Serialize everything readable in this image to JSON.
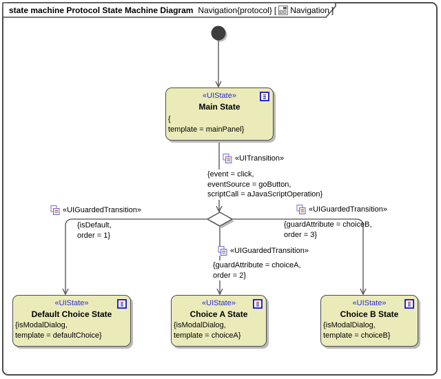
{
  "frame": {
    "kind_label": "state machine Protocol State Machine Diagram",
    "context_label": "Navigation{protocol}",
    "nav_open_bracket": "[",
    "nav_label": "Navigation",
    "nav_close_bracket": "]"
  },
  "colors": {
    "state_fill": "#ebebba",
    "stereotype_blue": "#2b2bd0",
    "line_gray": "#4c4c4c",
    "shadow_gray": "#b9b9b9",
    "initial_node": "#3d3d3d"
  },
  "states": {
    "main": {
      "stereotype": "«UIState»",
      "name": "Main State",
      "prop1": "{",
      "prop2": "template = mainPanel}"
    },
    "default_choice": {
      "stereotype": "«UIState»",
      "name": "Default Choice State",
      "prop1": "{isModalDialog,",
      "prop2": "template = defaultChoice}"
    },
    "choice_a": {
      "stereotype": "«UIState»",
      "name": "Choice A State",
      "prop1": "{isModalDialog,",
      "prop2": "template = choiceA}"
    },
    "choice_b": {
      "stereotype": "«UIState»",
      "name": "Choice B State",
      "prop1": "{isModalDialog,",
      "prop2": "template = choiceB}"
    }
  },
  "transitions": {
    "main_to_choice": {
      "stereotype": "«UITransition»",
      "prop1": "{event = click,",
      "prop2": "eventSource = goButton,",
      "prop3": "scriptCall = aJavaScriptOperation}"
    },
    "to_default": {
      "stereotype": "«UIGuardedTransition»",
      "prop1": "{isDefault,",
      "prop2": "order = 1}"
    },
    "to_choice_a": {
      "stereotype": "«UIGuardedTransition»",
      "prop1": "{guardAttribute = choiceA,",
      "prop2": "order = 2}"
    },
    "to_choice_b": {
      "stereotype": "«UIGuardedTransition»",
      "prop1": "{guardAttribute = choiceB,",
      "prop2": "order = 3}"
    }
  }
}
